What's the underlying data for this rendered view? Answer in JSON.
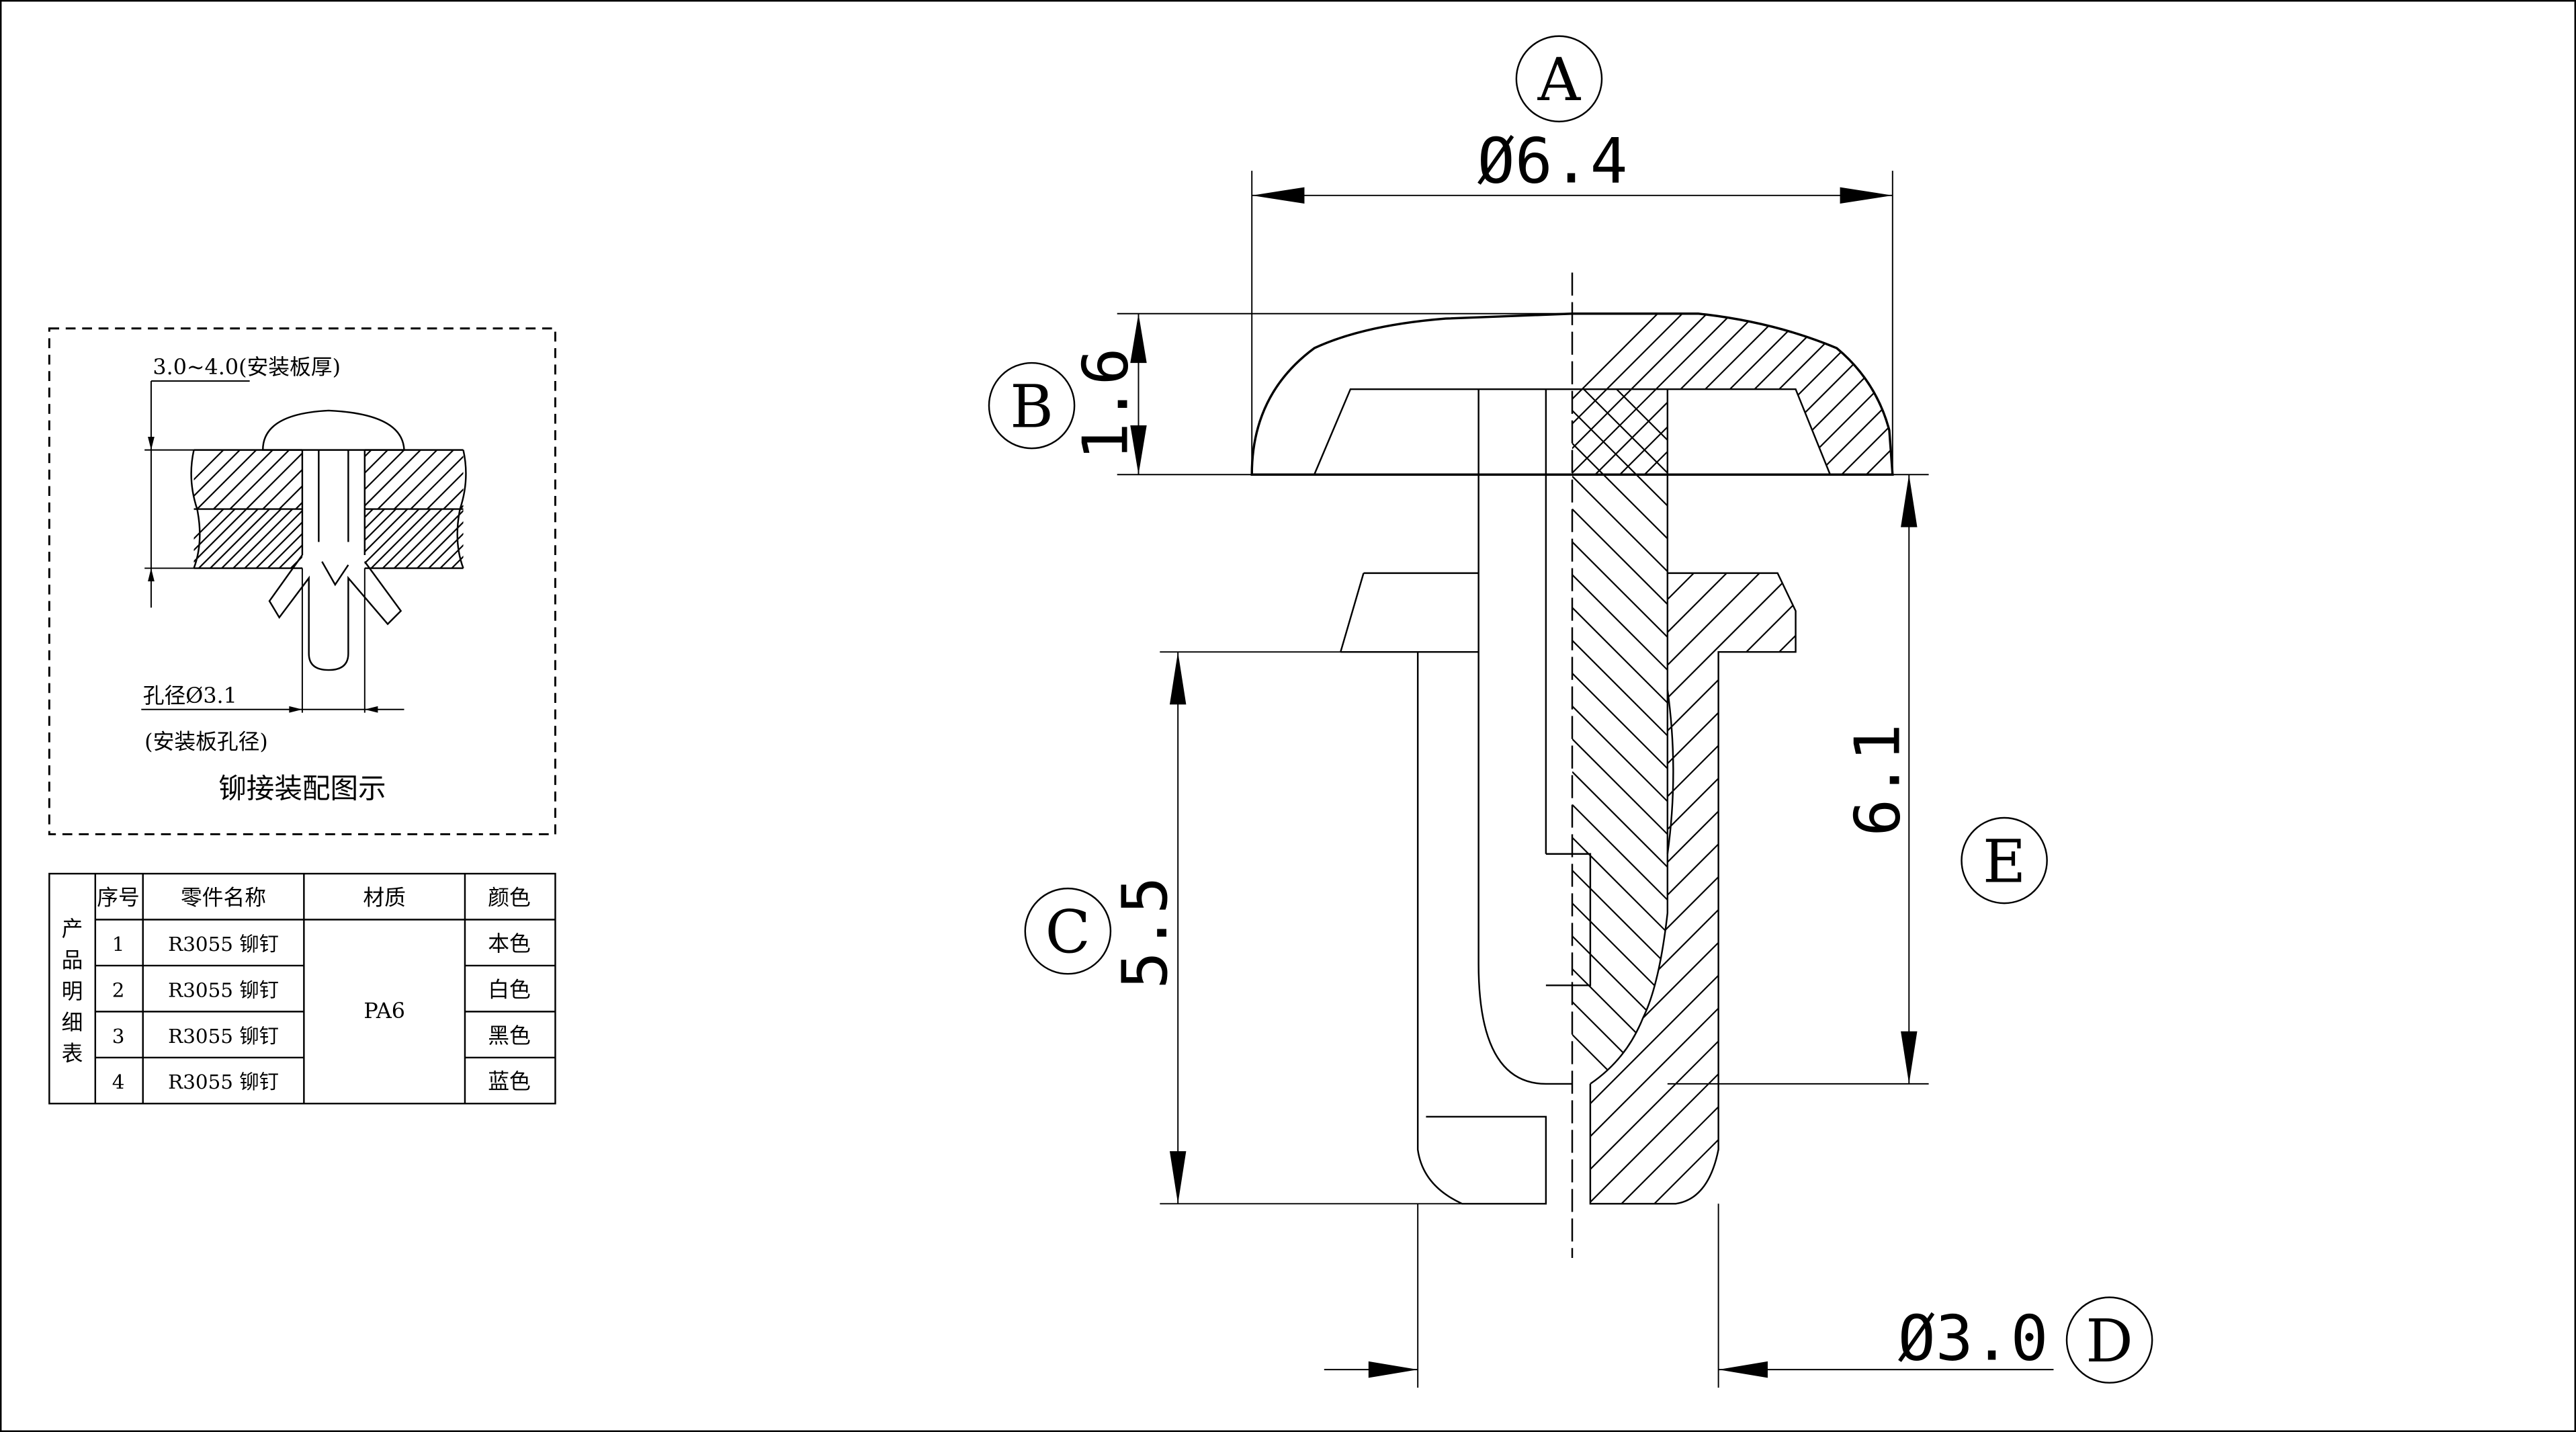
{
  "callouts": {
    "a": "A",
    "b": "B",
    "c": "C",
    "d": "D",
    "e": "E"
  },
  "dimensions": {
    "head_diameter": "Ø6.4",
    "head_height": "1.6",
    "shank_length": "5.5",
    "overall_length": "6.1",
    "shank_diameter": "Ø3.0"
  },
  "assembly_diagram": {
    "plate_thickness_label": "3.0~4.0(安装板厚)",
    "hole_diameter_label": "孔径Ø3.1",
    "hole_note_label": "(安装板孔径)",
    "caption": "铆接装配图示"
  },
  "parts_table": {
    "side_label": [
      "产",
      "品",
      "明",
      "细",
      "表"
    ],
    "headers": {
      "index": "序号",
      "part_name": "零件名称",
      "material": "材质",
      "color": "颜色"
    },
    "material": "PA6",
    "rows": [
      {
        "index": "1",
        "part_name": "R3055 铆钉",
        "color": "本色"
      },
      {
        "index": "2",
        "part_name": "R3055 铆钉",
        "color": "白色"
      },
      {
        "index": "3",
        "part_name": "R3055 铆钉",
        "color": "黑色"
      },
      {
        "index": "4",
        "part_name": "R3055 铆钉",
        "color": "蓝色"
      }
    ]
  }
}
